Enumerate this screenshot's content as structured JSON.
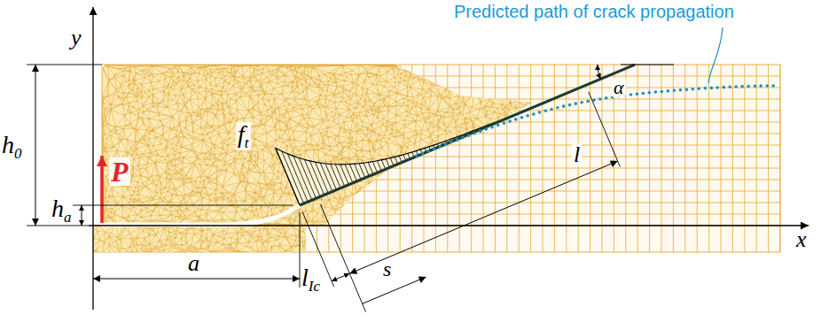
{
  "diagram": {
    "labels": [
      "Predicted path of crack propagation",
      "y",
      "x",
      "h0",
      "ha",
      "P",
      "α",
      "ft",
      "l",
      "a",
      "lIc",
      "s"
    ]
  }
}
